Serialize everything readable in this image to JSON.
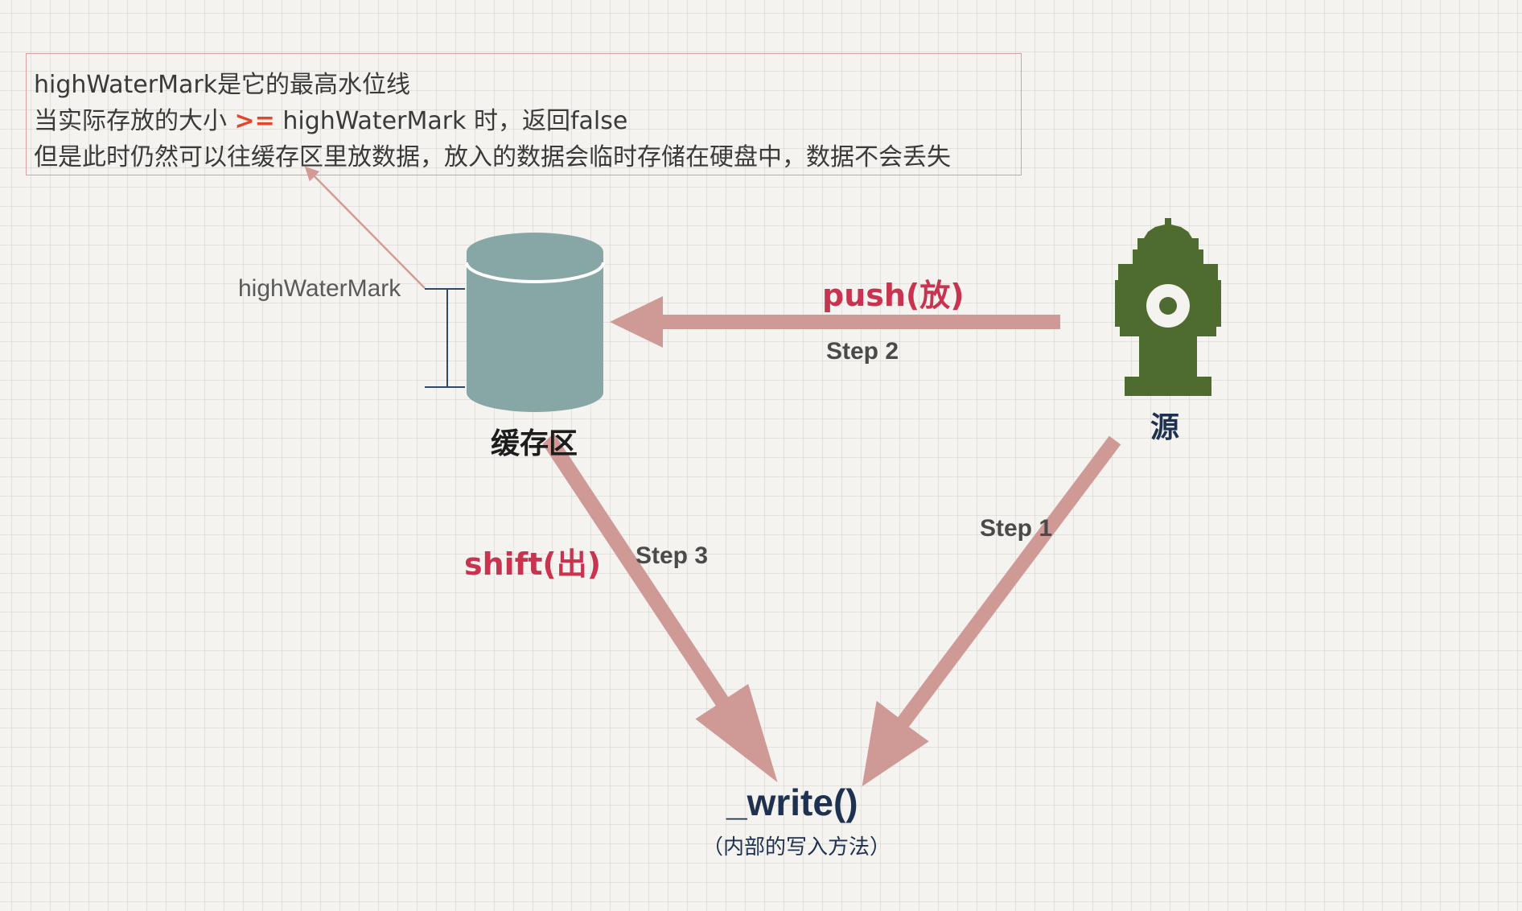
{
  "note": {
    "line1": "highWaterMark是它的最高水位线",
    "line2_before": "当实际存放的大小 ",
    "line2_operator": ">=",
    "line2_after": "  highWaterMark 时，返回false",
    "line3": "但是此时仍然可以往缓存区里放数据，放入的数据会临时存储在硬盘中，数据不会丢失"
  },
  "buffer": {
    "label": "缓存区",
    "marker_label": "highWaterMark"
  },
  "source": {
    "label": "源",
    "icon": "fire-hydrant-icon"
  },
  "push_arrow": {
    "label": "push(放)",
    "step": "Step 2"
  },
  "shift_arrow": {
    "label": "shift(出)",
    "step": "Step 3"
  },
  "step1_arrow": {
    "step": "Step 1"
  },
  "write": {
    "label": "_write()",
    "sublabel": "（内部的写入方法）"
  },
  "colors": {
    "arrow": "#cf9a96",
    "cylinder": "#86a7a6",
    "hydrant": "#4e6b30",
    "accent_label": "#c8334f",
    "navy": "#1e3150",
    "operator": "#e0482e"
  }
}
